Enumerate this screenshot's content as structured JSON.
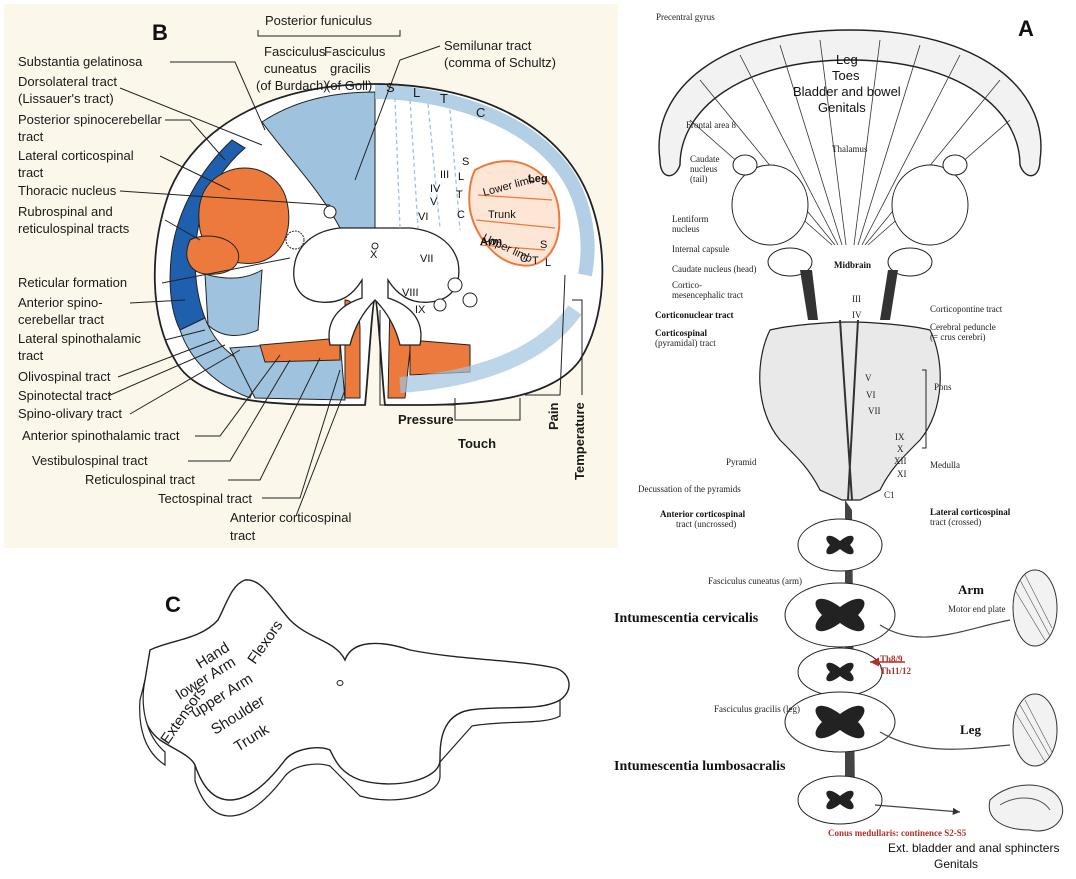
{
  "panel_b": {
    "letter": "B",
    "header": "Posterior funiculus",
    "fc": [
      "Fasciculus",
      "cuneatus",
      "(of Burdach)"
    ],
    "fg": [
      "Fasciculus",
      "gracilis",
      "(of Goll)"
    ],
    "semilunar": [
      "Semilunar tract",
      "(comma of Schultz)"
    ],
    "left_labels": [
      [
        "Substantia gelatinosa"
      ],
      [
        "Dorsolateral tract",
        "(Lissauer's tract)"
      ],
      [
        "Posterior spinocerebellar",
        "tract"
      ],
      [
        "Lateral corticospinal",
        "tract"
      ],
      [
        "Thoracic nucleus"
      ],
      [
        "Rubrospinal and",
        "reticulospinal tracts"
      ],
      [
        "Reticular formation"
      ],
      [
        "Anterior spino-",
        "cerebellar tract"
      ],
      [
        "Lateral spinothalamic",
        "tract"
      ],
      [
        "Olivospinal tract"
      ],
      [
        "Spinotectal tract"
      ],
      [
        "Spino-olivary tract"
      ],
      [
        "Anterior spinothalamic tract"
      ],
      [
        "Vestibulospinal tract"
      ],
      [
        "Reticulospinal tract"
      ],
      [
        "Tectospinal tract"
      ],
      [
        "Anterior corticospinal",
        "tract"
      ]
    ],
    "rim_letters": [
      "S",
      "L",
      "T",
      "C"
    ],
    "laminae": [
      "III",
      "IV",
      "V",
      "VI",
      "VII",
      "VIII",
      "IX",
      "X"
    ],
    "somato": [
      "Leg",
      "Lower limb",
      "Trunk",
      "Upper limb",
      "Arm",
      "S",
      "C",
      "T",
      "L"
    ],
    "somato_left": [
      "S",
      "L",
      "T",
      "C"
    ],
    "modalities": [
      "Pressure",
      "Touch",
      "Pain",
      "Temperature"
    ],
    "colors": {
      "blue": "#9fc3de",
      "darkblue": "#1e5fae",
      "orange": "#ec7a3c",
      "paper": "#fbf7ea"
    }
  },
  "panel_c": {
    "letter": "C",
    "words": [
      "Hand",
      "lower Arm",
      "upper Arm",
      "Shoulder",
      "Trunk",
      "Extensors",
      "Flexors"
    ]
  },
  "panel_a": {
    "letter": "A",
    "top": [
      "Precentral gyrus",
      "Leg",
      "Toes",
      "Bladder and bowel",
      "Genitals",
      "Thalamus"
    ],
    "left": [
      "Frontal area 8",
      [
        "Caudate",
        "nucleus",
        "(tail)"
      ],
      [
        "Lentiform",
        "nucleus"
      ],
      "Internal capsule",
      "Caudate nucleus (head)",
      [
        "Cortico-",
        "mesencephalic tract"
      ],
      "Corticonuclear tract",
      [
        "Corticospinal",
        "(pyramidal) tract"
      ],
      "Pyramid",
      "Decussation of the pyramids",
      [
        "Anterior corticospinal",
        "tract (uncrossed)"
      ]
    ],
    "right": [
      "Midbrain",
      "Corticopontine tract",
      [
        "Cerebral peduncle",
        "(= crus cerebri)"
      ],
      "Pons",
      "Medulla",
      [
        "Lateral corticospinal",
        "tract (crossed)"
      ]
    ],
    "nerves": [
      "III",
      "IV",
      "V",
      "VI",
      "VII",
      "IX",
      "X",
      "XII",
      "XI",
      "C1"
    ],
    "cord": {
      "fc": "Fasciculus cuneatus (arm)",
      "cervical": "Intumescentia cervicalis",
      "arm": "Arm",
      "motor": "Motor end plate",
      "th": [
        "Th8/9",
        "Th11/12"
      ],
      "fg": "Fasciculus gracilis (leg)",
      "leg": "Leg",
      "lumbo": "Intumescentia lumbosacralis",
      "conus": "Conus medullaris: continence S2-S5",
      "bottom": [
        "Ext. bladder and anal sphincters",
        "Genitals"
      ]
    }
  }
}
